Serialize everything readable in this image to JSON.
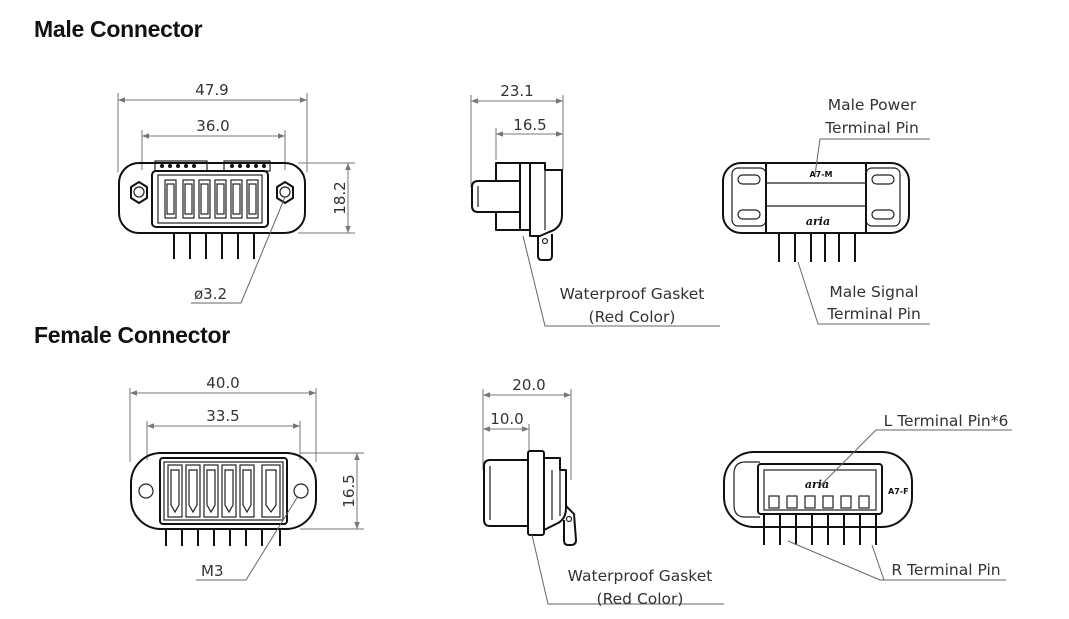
{
  "headings": {
    "male": "Male Connector",
    "female": "Female Connector"
  },
  "dimensions": {
    "male_front_width": "47.9",
    "male_front_pitch": "36.0",
    "male_front_height": "18.2",
    "male_front_hole": "ø3.2",
    "male_side_depth": "23.1",
    "male_side_inner": "16.5",
    "female_front_width": "40.0",
    "female_front_pitch": "33.5",
    "female_front_height": "16.5",
    "female_front_thread": "M3",
    "female_side_depth": "20.0",
    "female_side_inner": "10.0"
  },
  "labels": {
    "male_power_1": "Male Power",
    "male_power_2": "Terminal Pin",
    "male_gasket_1": "Waterproof Gasket",
    "male_gasket_2": "(Red Color)",
    "male_signal_1": "Male Signal",
    "male_signal_2": "Terminal Pin",
    "female_l_pin": "L Terminal Pin*6",
    "female_r_pin": "R Terminal Pin",
    "female_gasket_1": "Waterproof Gasket",
    "female_gasket_2": "(Red Color)"
  },
  "part_marks": {
    "male_code": "A7-M",
    "female_code": "A7-F",
    "brand": "aria"
  }
}
